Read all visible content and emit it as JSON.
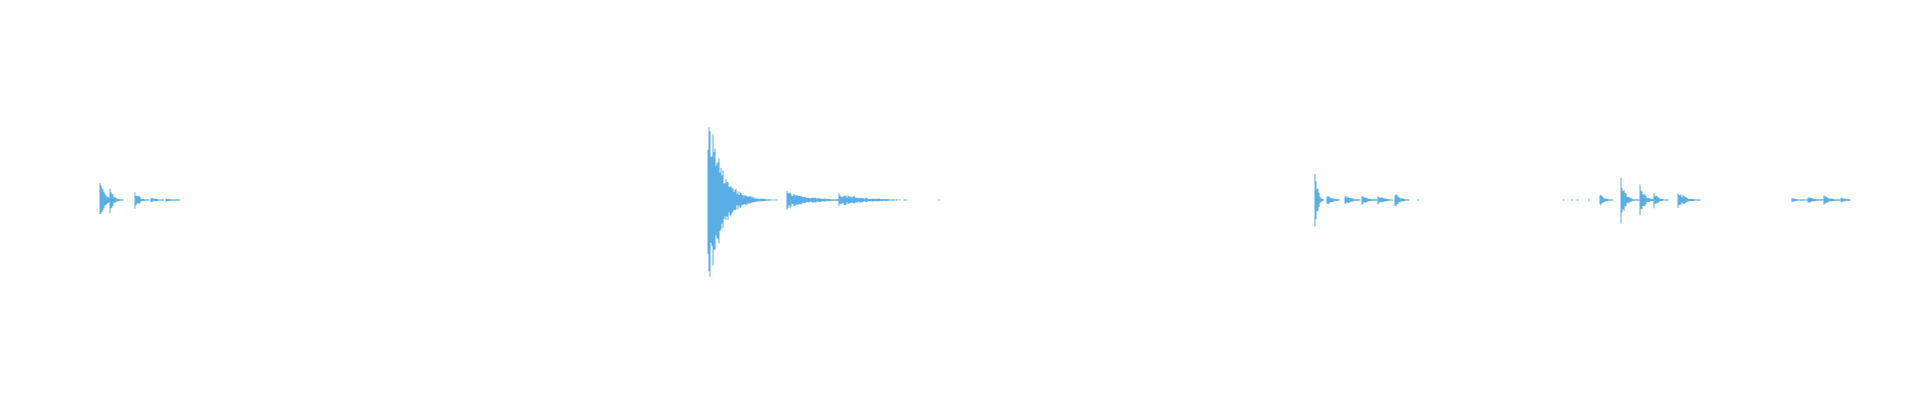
{
  "waveform": {
    "color": "#5aaee6",
    "background": "#ffffff",
    "bursts": [
      {
        "name": "burst-1",
        "peak_amplitude": 0.3,
        "events": [
          {
            "t": 0.0,
            "amp": 1.0,
            "decay": 0.035
          },
          {
            "t": 0.095,
            "amp": 0.55,
            "decay": 0.03
          },
          {
            "t": 0.33,
            "amp": 0.38,
            "decay": 0.04
          },
          {
            "t": 0.48,
            "amp": 0.12,
            "decay": 0.05
          },
          {
            "t": 0.62,
            "amp": 0.06,
            "decay": 0.08
          }
        ]
      },
      {
        "name": "burst-2",
        "peak_amplitude": 1.0,
        "events": [
          {
            "t": 0.0,
            "amp": 1.0,
            "decay": 0.05
          },
          {
            "t": 0.3,
            "amp": 0.1,
            "decay": 0.08
          },
          {
            "t": 0.5,
            "amp": 0.06,
            "decay": 0.1
          }
        ],
        "specks": [
          0.68,
          0.75,
          0.88
        ]
      },
      {
        "name": "burst-3",
        "peak_amplitude": 0.58,
        "events": [
          {
            "t": 0.0,
            "amp": 1.0,
            "decay": 0.012
          },
          {
            "t": 0.07,
            "amp": 0.14,
            "decay": 0.03
          },
          {
            "t": 0.18,
            "amp": 0.1,
            "decay": 0.04
          },
          {
            "t": 0.28,
            "amp": 0.1,
            "decay": 0.04
          },
          {
            "t": 0.38,
            "amp": 0.08,
            "decay": 0.04
          },
          {
            "t": 0.48,
            "amp": 0.15,
            "decay": 0.03
          }
        ],
        "specks": [
          0.56,
          0.62
        ]
      },
      {
        "name": "burst-4",
        "peak_amplitude": 0.3,
        "events": [
          {
            "t": 0.28,
            "amp": 0.3,
            "decay": 0.03
          },
          {
            "t": 0.43,
            "amp": 1.0,
            "decay": 0.03
          },
          {
            "t": 0.57,
            "amp": 0.7,
            "decay": 0.03
          },
          {
            "t": 0.67,
            "amp": 0.3,
            "decay": 0.03
          },
          {
            "t": 0.84,
            "amp": 0.35,
            "decay": 0.05
          }
        ],
        "specks": [
          0.02,
          0.08,
          0.12,
          0.2
        ]
      },
      {
        "name": "burst-5",
        "peak_amplitude": 0.05,
        "events": [
          {
            "t": 0.1,
            "amp": 0.6,
            "decay": 0.08
          },
          {
            "t": 0.35,
            "amp": 0.8,
            "decay": 0.1
          },
          {
            "t": 0.6,
            "amp": 1.0,
            "decay": 0.1
          },
          {
            "t": 0.85,
            "amp": 0.7,
            "decay": 0.1
          }
        ]
      }
    ]
  }
}
